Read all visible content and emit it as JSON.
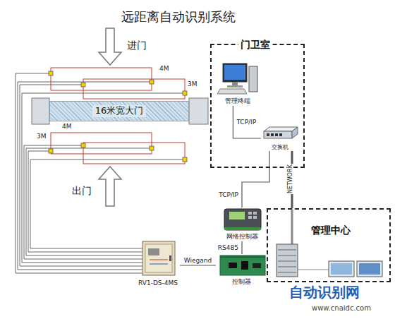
{
  "diagram": {
    "title": "远距离自动识别系统",
    "nodes": [
      {
        "text": [
          "门卫室"
        ]
      },
      {
        "text": [
          "管理终端"
        ],
        "in": 0
      },
      {
        "text": [
          "交换机"
        ],
        "in": 0
      },
      {
        "text": [
          "16米宽大门"
        ]
      },
      {
        "text": [
          "网络控制器"
        ]
      },
      {
        "text": [
          "控制器"
        ]
      },
      {
        "text": [
          "RV1-DS-4MS"
        ]
      },
      {
        "text": [
          "管理中心"
        ]
      }
    ],
    "edges": [
      {
        "from": 1,
        "to": 2,
        "label": "TCP/IP",
        "arrow": "none"
      },
      {
        "from": 2,
        "to": 4,
        "label": "TCP/IP",
        "arrow": "none"
      },
      {
        "from": 2,
        "to": 7,
        "label": "NETWORK",
        "arrow": "none"
      },
      {
        "from": 4,
        "to": 5,
        "label": "RS485",
        "arrow": "none"
      },
      {
        "from": 6,
        "to": 5,
        "label": "Wiegand",
        "arrow": "none"
      }
    ],
    "labels": [
      "进门",
      "出门",
      "4M",
      "3M",
      "4M",
      "3M",
      "自动识别网",
      "www.cnaidc.com"
    ]
  }
}
